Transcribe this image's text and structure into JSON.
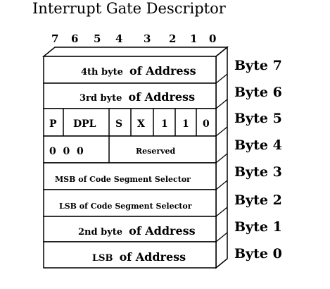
{
  "title": "Interrupt Gate Descriptor",
  "bit_numbers": [
    "7",
    "6",
    "5",
    "4",
    "3",
    "2",
    "1",
    "0"
  ],
  "byte_labels": [
    "Byte 7",
    "Byte 6",
    "Byte 5",
    "Byte 4",
    "Byte 3",
    "Byte 2",
    "Byte 1",
    "Byte 0"
  ],
  "rows": {
    "byte7": {
      "small": "4th byte",
      "big": "of Address"
    },
    "byte6": {
      "small": "3rd byte",
      "big": "of Address"
    },
    "byte5": {
      "p": "P",
      "dpl": "DPL",
      "s": "S",
      "x": "X",
      "b2": "1",
      "b1": "1",
      "b0": "0"
    },
    "byte4": {
      "bits": "0  0  0",
      "reserved": "Reserved"
    },
    "byte3": {
      "text": "MSB of Code Segment Selector"
    },
    "byte2": {
      "text": "LSB of Code Segment Selector"
    },
    "byte1": {
      "small": "2nd byte",
      "big": "of Address"
    },
    "byte0": {
      "small": "LSB",
      "big": "of Address"
    }
  }
}
